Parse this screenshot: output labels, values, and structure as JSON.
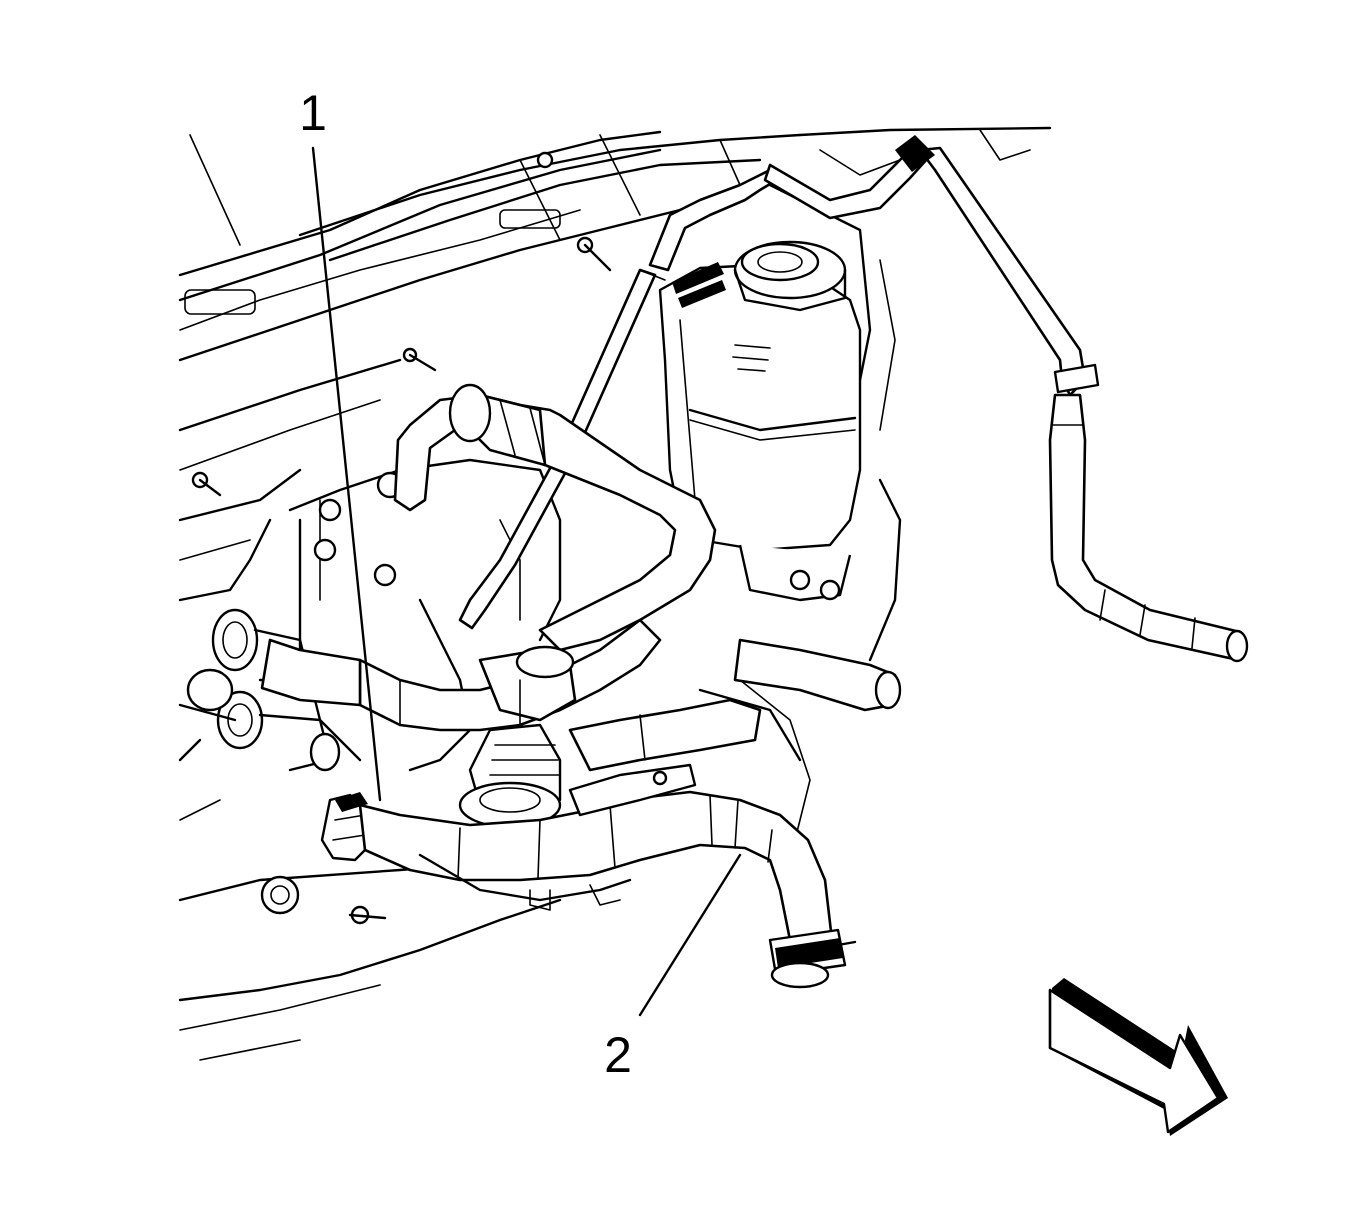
{
  "callouts": [
    {
      "id": "1",
      "label": "1"
    },
    {
      "id": "2",
      "label": "2"
    }
  ],
  "icons": {
    "direction_arrow": "front-direction-arrow-icon"
  },
  "colors": {
    "line": "#000000",
    "background": "#ffffff"
  }
}
